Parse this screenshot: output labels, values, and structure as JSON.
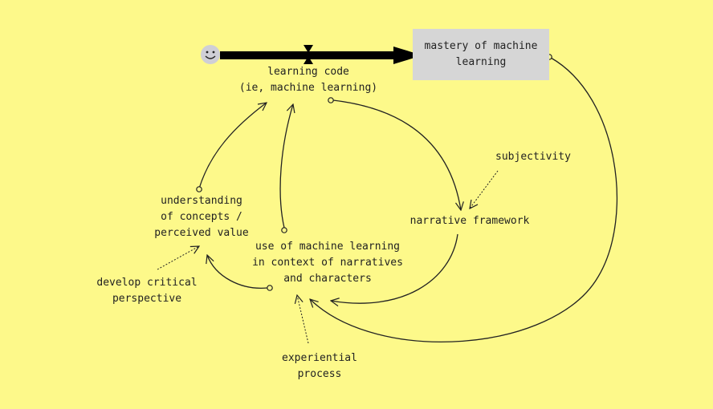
{
  "diagram": {
    "background": "#fdf98a",
    "stock_fill": "#d6d6d6",
    "source_fill": "#cfcfd6",
    "stock": {
      "label": "mastery of machine\nlearning"
    },
    "flow": {
      "label": "learning code\n(ie, machine learning)"
    },
    "variables": {
      "understanding": "understanding\nof concepts /\nperceived value",
      "use_ml": "use of machine learning\nin context of narratives\nand characters",
      "narrative": "narrative framework",
      "subjectivity": "subjectivity",
      "critical": "develop critical\nperspective",
      "experiential": "experiential\nprocess"
    }
  }
}
